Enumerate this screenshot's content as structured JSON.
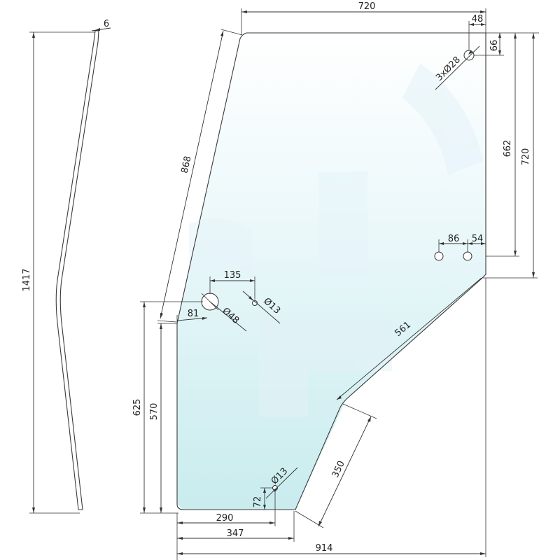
{
  "colors": {
    "glass_top": "#ffffff",
    "glass_bottom": "#cdeef0",
    "line": "#333333",
    "watermark": "#dff1f8"
  },
  "dimensions": {
    "top_width": "720",
    "hole_from_right": "48",
    "hole_from_top": "66",
    "hole_spec": "3xØ28",
    "right_edge_upper": "662",
    "right_edge_total": "720",
    "slanted_edge": "868",
    "pair_spacing": "86",
    "pair_from_right": "54",
    "handle_offset_x": "135",
    "handle_offset_small": "81",
    "handle_hole": "Ø48",
    "small_hole_a": "Ø13",
    "diagonal_upper": "561",
    "left_height_total": "625",
    "left_height_lower": "570",
    "diagonal_lower": "350",
    "small_hole_b": "Ø13",
    "bottom_hole_height": "72",
    "bottom_290": "290",
    "bottom_347": "347",
    "overall_width": "914",
    "profile_height": "1417",
    "profile_thickness": "6"
  }
}
